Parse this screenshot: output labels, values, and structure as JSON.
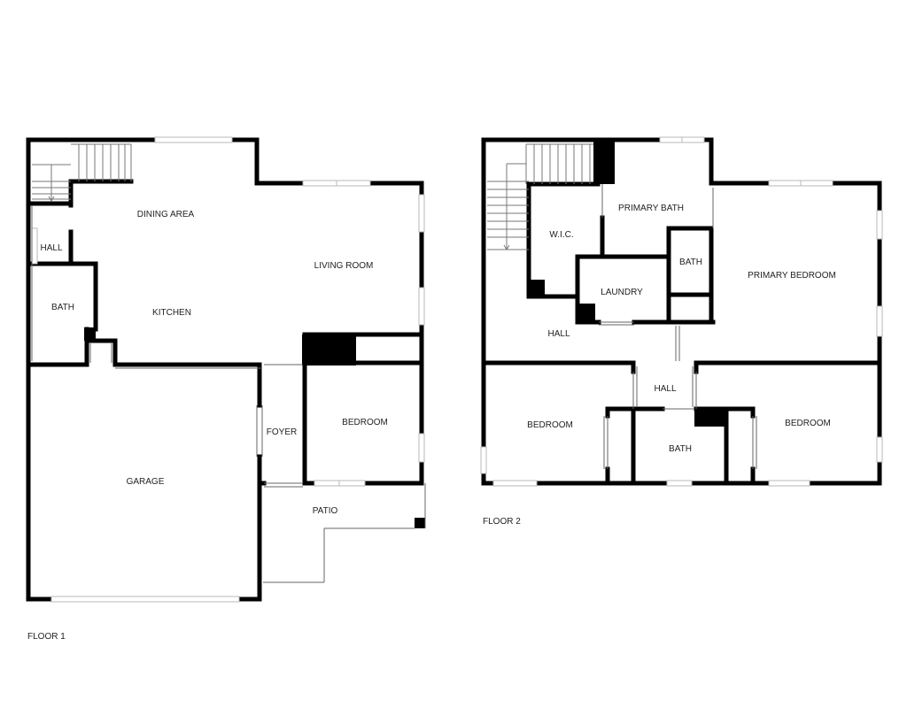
{
  "floor1": {
    "caption": "FLOOR 1",
    "rooms": {
      "dining_area": "DINING AREA",
      "hall": "HALL",
      "living_room": "LIVING ROOM",
      "bath": "BATH",
      "kitchen": "KITCHEN",
      "foyer": "FOYER",
      "bedroom": "BEDROOM",
      "garage": "GARAGE",
      "patio": "PATIO"
    }
  },
  "floor2": {
    "caption": "FLOOR 2",
    "rooms": {
      "primary_bath": "PRIMARY BATH",
      "wic": "W.I.C.",
      "bath_upper": "BATH",
      "primary_bedroom": "PRIMARY BEDROOM",
      "laundry": "LAUNDRY",
      "hall_upper": "HALL",
      "hall_lower": "HALL",
      "bedroom_left": "BEDROOM",
      "bath_lower": "BATH",
      "bedroom_right": "BEDROOM"
    }
  },
  "colors": {
    "wall": "#000000",
    "window": "#c8c8c8",
    "thin_line": "#555555",
    "background": "#ffffff"
  }
}
